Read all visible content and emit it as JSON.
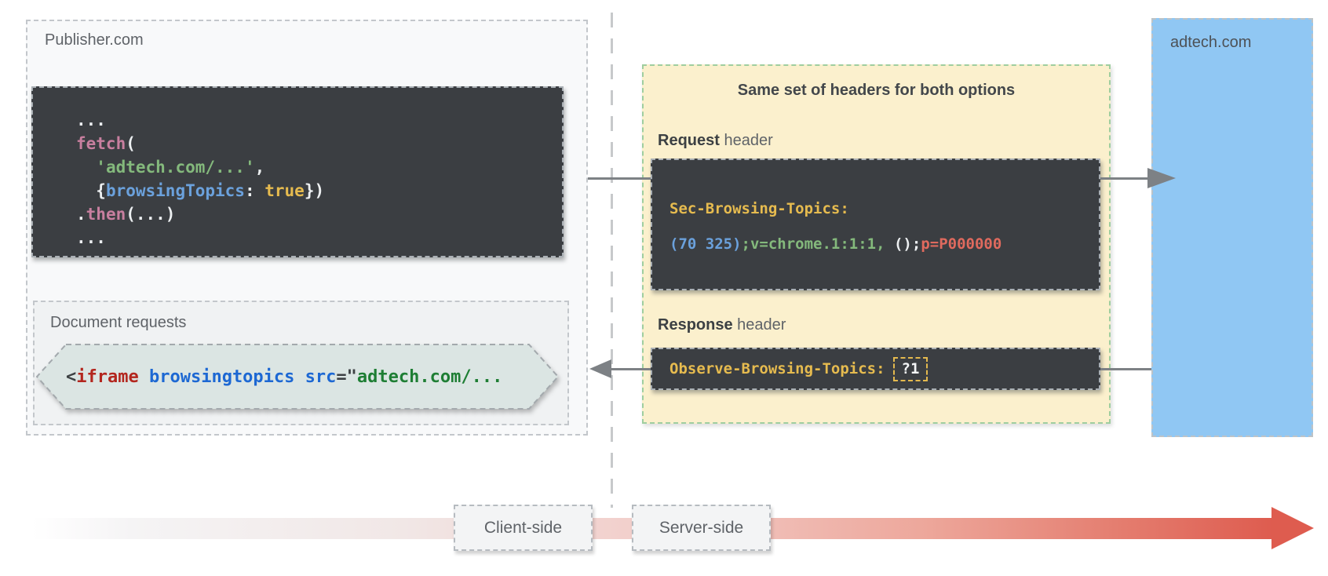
{
  "publisher": {
    "label": "Publisher.com",
    "fetch_code": {
      "lines": [
        [
          {
            "t": "...",
            "c": "white"
          }
        ],
        [
          {
            "t": "fetch",
            "c": "pink"
          },
          {
            "t": "(",
            "c": "white"
          }
        ],
        [
          {
            "t": "  ",
            "c": "white"
          },
          {
            "t": "'adtech.com/...'",
            "c": "green"
          },
          {
            "t": ",",
            "c": "white"
          }
        ],
        [
          {
            "t": "  {",
            "c": "white"
          },
          {
            "t": "browsingTopics",
            "c": "blue"
          },
          {
            "t": ": ",
            "c": "white"
          },
          {
            "t": "true",
            "c": "yellow"
          },
          {
            "t": "})",
            "c": "white"
          }
        ],
        [
          {
            "t": ".",
            "c": "white"
          },
          {
            "t": "then",
            "c": "pink"
          },
          {
            "t": "(...)",
            "c": "white"
          }
        ],
        [
          {
            "t": "...",
            "c": "white"
          }
        ]
      ]
    },
    "document_requests": {
      "label": "Document requests",
      "iframe_code": [
        {
          "t": "<",
          "c": "dark"
        },
        {
          "t": "iframe",
          "c": "tagred"
        },
        {
          "t": " browsingtopics src",
          "c": "attrblue"
        },
        {
          "t": "=\"",
          "c": "dark"
        },
        {
          "t": "adtech.com/...",
          "c": "valgreen"
        }
      ]
    }
  },
  "headers_panel": {
    "title": "Same set of headers for both options",
    "request": {
      "label_bold": "Request",
      "label_rest": " header",
      "code_line1": [
        {
          "t": "Sec-Browsing-Topics:",
          "c": "yellow"
        }
      ],
      "code_line2": [
        {
          "t": "(70 325)",
          "c": "blue"
        },
        {
          "t": ";v=chrome.1:1:1,",
          "c": "green"
        },
        {
          "t": " ();",
          "c": "white"
        },
        {
          "t": "p=P000000",
          "c": "red"
        }
      ]
    },
    "response": {
      "label_bold": "Response",
      "label_rest": " header",
      "code_line": [
        {
          "t": "Observe-Browsing-Topics:",
          "c": "yellow"
        }
      ],
      "badge": "?1"
    }
  },
  "adtech": {
    "label": "adtech.com"
  },
  "timeline": {
    "client_label": "Client-side",
    "server_label": "Server-side"
  },
  "colors": {
    "adtech_fill": "#90c7f3",
    "panel_fill": "#fbf0cd",
    "panel_border": "#9fce9f",
    "code_block_fill": "#3b3e42",
    "hexagon_fill": "#dbe5e3",
    "timeline_red": "#de5c4f",
    "connector_gray": "#7d8185"
  }
}
